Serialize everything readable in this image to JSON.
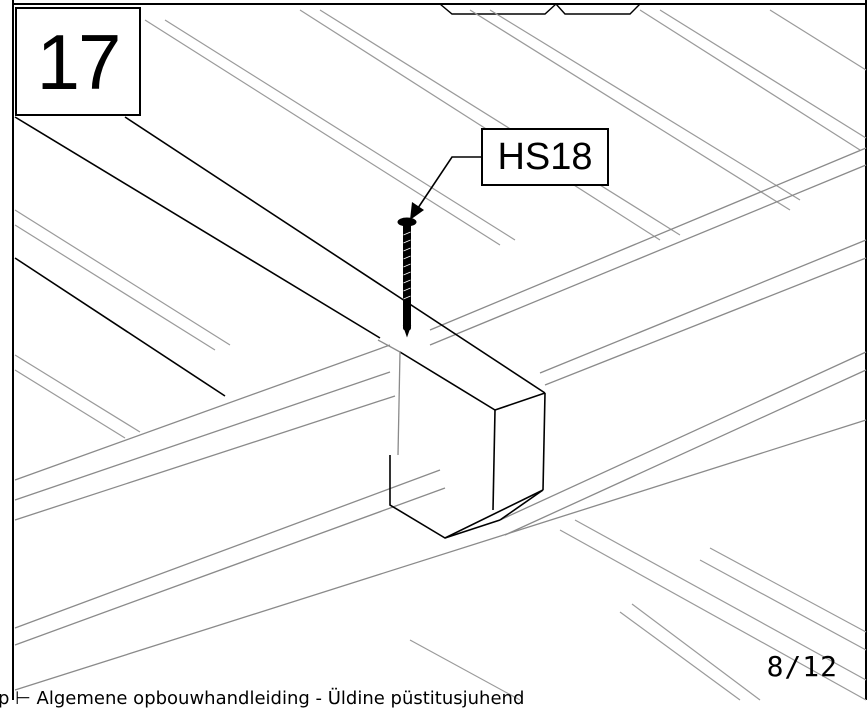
{
  "step": {
    "number": "17"
  },
  "callout": {
    "label": "HS18"
  },
  "page": {
    "number": "8/12"
  },
  "footer": {
    "text": "p ⊢ Algemene opbouwhandleiding - Üldine püstitusjuhend"
  }
}
